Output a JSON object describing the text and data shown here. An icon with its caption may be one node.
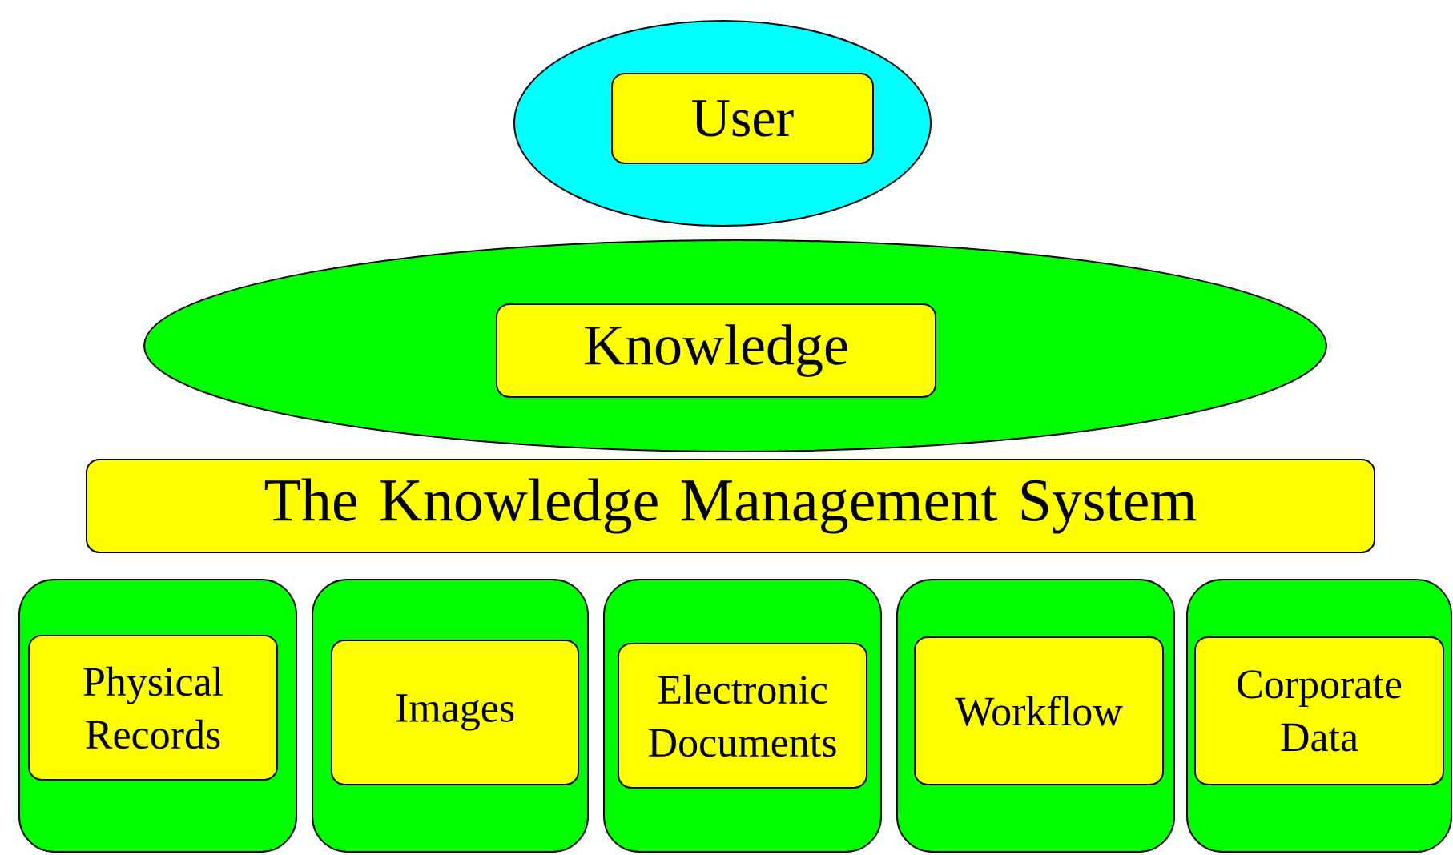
{
  "diagram": {
    "nodes": [
      {
        "text": [],
        "shape": "ellipse"
      },
      {
        "text": [
          "User"
        ],
        "in": 0
      },
      {
        "text": [],
        "shape": "ellipse"
      },
      {
        "text": [
          "Knowledge"
        ],
        "in": 2
      },
      {
        "text": [
          "The Knowledge Management System"
        ]
      },
      {
        "text": [],
        "shape": "box"
      },
      {
        "text": [
          "Physical Records"
        ],
        "in": 5
      },
      {
        "text": [],
        "shape": "box"
      },
      {
        "text": [
          "Images"
        ],
        "in": 7
      },
      {
        "text": [],
        "shape": "box"
      },
      {
        "text": [
          "Electronic Documents"
        ],
        "in": 9
      },
      {
        "text": [],
        "shape": "box"
      },
      {
        "text": [
          "Workflow"
        ],
        "in": 11
      },
      {
        "text": [],
        "shape": "box"
      },
      {
        "text": [
          "Corporate Data"
        ],
        "in": 13
      }
    ]
  }
}
